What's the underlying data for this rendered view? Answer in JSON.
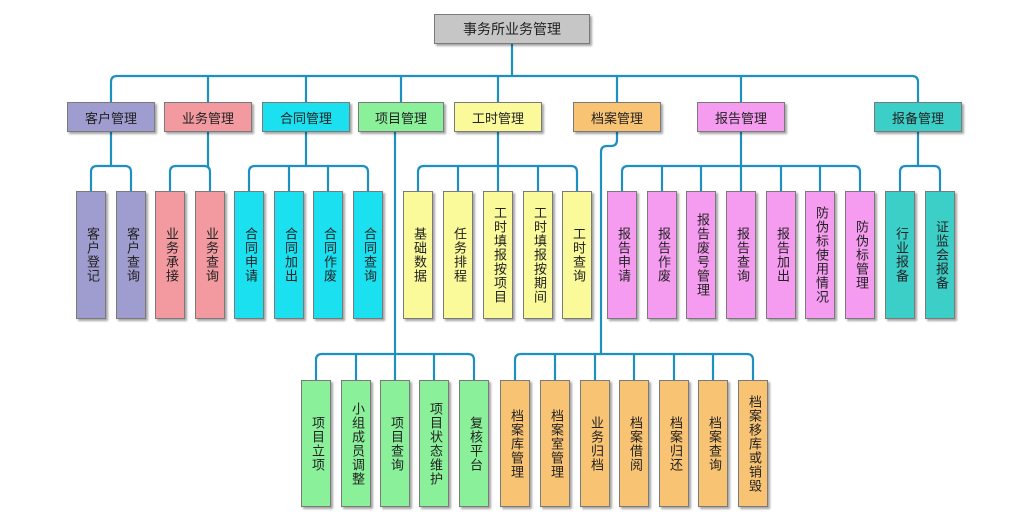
{
  "root": {
    "label": "事务所业务管理",
    "color": "#c6c6c6"
  },
  "connector_color": "#1e90c0",
  "categories": [
    {
      "id": "customer",
      "label": "客户管理",
      "color": "#9f9ccf",
      "children": [
        {
          "label": "客户登记"
        },
        {
          "label": "客户查询"
        }
      ]
    },
    {
      "id": "business",
      "label": "业务管理",
      "color": "#f39aa0",
      "children": [
        {
          "label": "业务承接"
        },
        {
          "label": "业务查询"
        }
      ]
    },
    {
      "id": "contract",
      "label": "合同管理",
      "color": "#1ae0f0",
      "children": [
        {
          "label": "合同申请"
        },
        {
          "label": "合同加出"
        },
        {
          "label": "合同作废"
        },
        {
          "label": "合同查询"
        }
      ]
    },
    {
      "id": "project",
      "label": "项目管理",
      "color": "#8af09a",
      "children": [
        {
          "label": "项目立项"
        },
        {
          "label": "小组成员调整"
        },
        {
          "label": "项目查询"
        },
        {
          "label": "项目状态维护"
        },
        {
          "label": "复核平台"
        }
      ]
    },
    {
      "id": "worktime",
      "label": "工时管理",
      "color": "#fafa9a",
      "children": [
        {
          "label": "基础数据"
        },
        {
          "label": "任务排程"
        },
        {
          "label": "工时填报按项目"
        },
        {
          "label": "工时填报按期间"
        },
        {
          "label": "工时查询"
        }
      ]
    },
    {
      "id": "archive",
      "label": "档案管理",
      "color": "#f9c374",
      "children": [
        {
          "label": "档案库管理"
        },
        {
          "label": "档案室管理"
        },
        {
          "label": "业务归档"
        },
        {
          "label": "档案借阅"
        },
        {
          "label": "档案归还"
        },
        {
          "label": "档案查询"
        },
        {
          "label": "档案移库或销毁"
        }
      ]
    },
    {
      "id": "report",
      "label": "报告管理",
      "color": "#f59cf0",
      "children": [
        {
          "label": "报告申请"
        },
        {
          "label": "报告作废"
        },
        {
          "label": "报告废号管理"
        },
        {
          "label": "报告查询"
        },
        {
          "label": "报告加出"
        },
        {
          "label": "防伪标使用情况"
        },
        {
          "label": "防伪标管理"
        }
      ]
    },
    {
      "id": "filing",
      "label": "报备管理",
      "color": "#3ccfc8",
      "children": [
        {
          "label": "行业报备"
        },
        {
          "label": "证监会报备"
        }
      ]
    }
  ]
}
